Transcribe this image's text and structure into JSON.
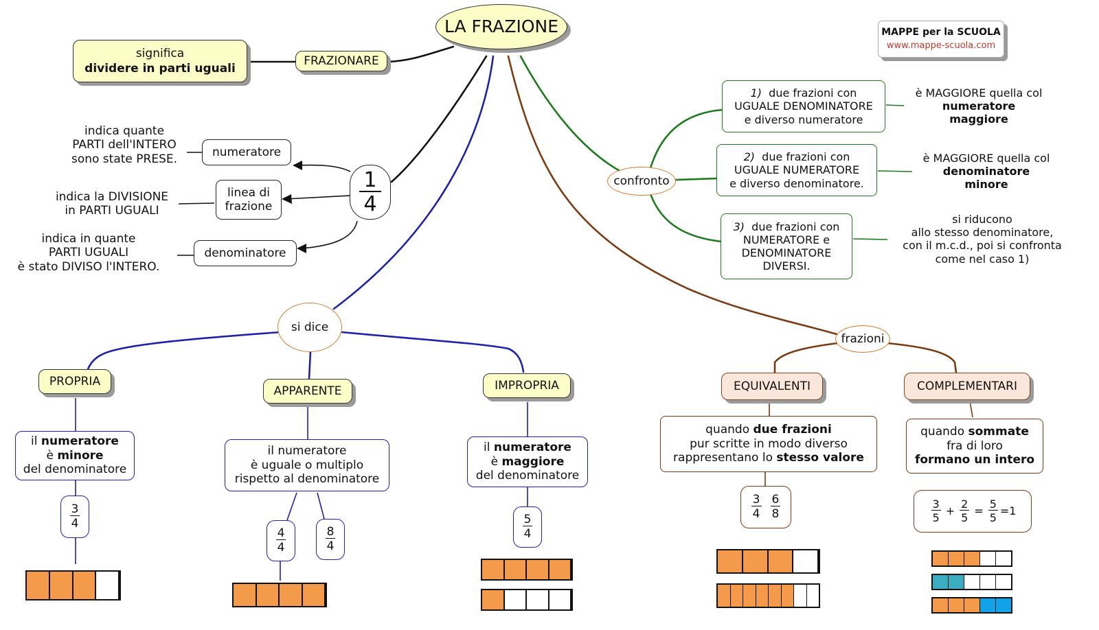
{
  "title": "LA FRAZIONE",
  "brand": {
    "name": "MAPPE per la SCUOLA",
    "url": "www.mappe-scuola.com",
    "url_color": "#c0392b"
  },
  "colors": {
    "orange": "#f49a4b",
    "light_blue": "#3aaec0",
    "bright_blue": "#13a2e8",
    "empty": "#ffffff"
  },
  "frazionare": {
    "label": "FRAZIONARE",
    "meaning_line1": "significa",
    "meaning_line2": "dividere in parti uguali"
  },
  "main_fraction": {
    "numerator": "1",
    "denominator": "4"
  },
  "parts": {
    "numeratore": {
      "label": "numeratore",
      "desc": [
        "indica quante",
        "PARTI dell'INTERO",
        "sono state PRESE."
      ]
    },
    "linea": {
      "label_line1": "linea di",
      "label_line2": "frazione",
      "desc": [
        "indica la DIVISIONE",
        "in PARTI UGUALI"
      ]
    },
    "denominatore": {
      "label": "denominatore",
      "desc": [
        "indica in quante",
        "PARTI UGUALI",
        "è stato DIVISO l'INTERO."
      ]
    }
  },
  "si_dice": {
    "label": "si dice",
    "propria": {
      "label": "PROPRIA",
      "def": {
        "l1a": "il ",
        "l1b": "numeratore",
        "l2a": "è ",
        "l2b": "minore",
        "l3": "del denominatore"
      },
      "fraction": {
        "n": "3",
        "d": "4"
      },
      "bar": {
        "cells": 4,
        "filled": 3
      }
    },
    "apparente": {
      "label": "APPARENTE",
      "def": [
        "il numeratore",
        "è uguale o multiplo",
        "rispetto al denominatore"
      ],
      "fractions": [
        {
          "n": "4",
          "d": "4"
        },
        {
          "n": "8",
          "d": "4"
        }
      ],
      "bar": {
        "cells": 4,
        "filled": 4
      }
    },
    "impropria": {
      "label": "IMPROPRIA",
      "def": {
        "l1a": "il ",
        "l1b": "numeratore",
        "l2a": "è ",
        "l2b": "maggiore",
        "l3": "del denominatore"
      },
      "fraction": {
        "n": "5",
        "d": "4"
      },
      "bars": [
        {
          "cells": 4,
          "filled": 4
        },
        {
          "cells": 4,
          "filled": 1
        }
      ]
    }
  },
  "confronto": {
    "label": "confronto",
    "cases": [
      {
        "num": "1)",
        "lines": [
          "due frazioni con",
          "UGUALE DENOMINATORE",
          "e diverso numeratore"
        ],
        "result_plain": "è MAGGIORE quella col",
        "result_bold": [
          "numeratore",
          "maggiore"
        ]
      },
      {
        "num": "2)",
        "lines": [
          "due frazioni con",
          "UGUALE NUMERATORE",
          "e diverso denominatore."
        ],
        "result_plain": "è MAGGIORE quella col",
        "result_bold": [
          "denominatore",
          "minore"
        ]
      },
      {
        "num": "3)",
        "lines": [
          "due frazioni con",
          "NUMERATORE e",
          "DENOMINATORE",
          "DIVERSI."
        ],
        "result_lines": [
          "si riducono",
          "allo stesso denominatore,",
          "con il m.c.d., poi si confronta",
          "come nel caso 1)"
        ]
      }
    ]
  },
  "frazioni": {
    "label": "frazioni",
    "equivalenti": {
      "label": "EQUIVALENTI",
      "def": {
        "l1a": "quando ",
        "l1b": "due frazioni",
        "l2": "pur scritte in modo diverso",
        "l3a": "rappresentano lo ",
        "l3b": "stesso valore"
      },
      "fractions": [
        {
          "n": "3",
          "d": "4"
        },
        {
          "n": "6",
          "d": "8"
        }
      ],
      "bars": [
        {
          "cells": 4,
          "filled": 3
        },
        {
          "cells": 8,
          "filled": 6
        }
      ]
    },
    "complementari": {
      "label": "COMPLEMENTARI",
      "def": {
        "l1a": "quando ",
        "l1b": "sommate",
        "l2": "fra di loro",
        "l3": "formano un intero"
      },
      "expr": {
        "a": {
          "n": "3",
          "d": "5"
        },
        "plus": "+",
        "b": {
          "n": "2",
          "d": "5"
        },
        "eq1": "=",
        "c": {
          "n": "5",
          "d": "5"
        },
        "eq2": "=1"
      },
      "bars": [
        {
          "cells": 5,
          "filled": 3,
          "fill": "orange"
        },
        {
          "cells": 5,
          "filled": 2,
          "fill": "light_blue"
        },
        {
          "cells": 5,
          "filled": 3,
          "fill": "orange",
          "extra": 2,
          "extra_fill": "bright_blue"
        }
      ]
    }
  }
}
